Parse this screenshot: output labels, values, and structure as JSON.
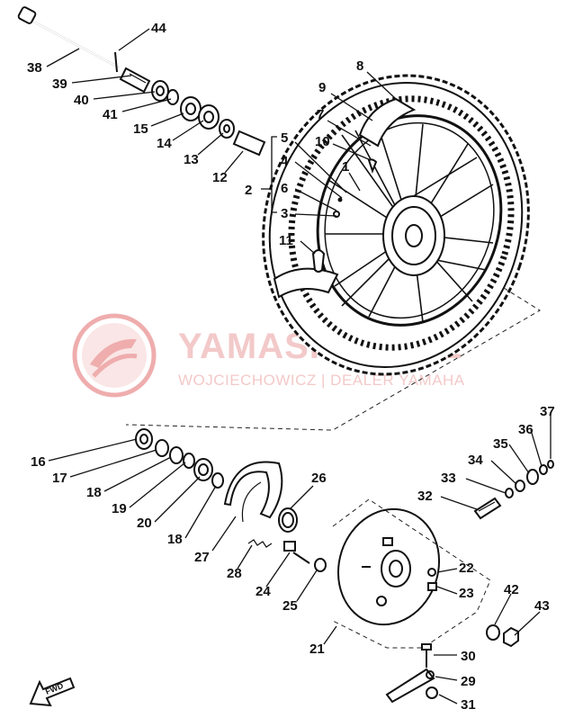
{
  "watermark": {
    "title": "YAMASKLEP.PL",
    "subtitle": "WOJCIECHOWICZ | DEALER YAMAHA",
    "logo_color": "#e36b6b"
  },
  "fwd_label": "FWD",
  "callouts": [
    {
      "id": "n44",
      "text": "44"
    },
    {
      "id": "n38",
      "text": "38"
    },
    {
      "id": "n39",
      "text": "39"
    },
    {
      "id": "n40",
      "text": "40"
    },
    {
      "id": "n41",
      "text": "41"
    },
    {
      "id": "n15",
      "text": "15"
    },
    {
      "id": "n14",
      "text": "14"
    },
    {
      "id": "n13",
      "text": "13"
    },
    {
      "id": "n12",
      "text": "12"
    },
    {
      "id": "n8",
      "text": "8"
    },
    {
      "id": "n9",
      "text": "9"
    },
    {
      "id": "n7",
      "text": "7"
    },
    {
      "id": "n10",
      "text": "10"
    },
    {
      "id": "n1",
      "text": "1"
    },
    {
      "id": "n5",
      "text": "5"
    },
    {
      "id": "n4",
      "text": "4"
    },
    {
      "id": "n2",
      "text": "2"
    },
    {
      "id": "n6",
      "text": "6"
    },
    {
      "id": "n3",
      "text": "3"
    },
    {
      "id": "n11",
      "text": "11"
    },
    {
      "id": "n16",
      "text": "16"
    },
    {
      "id": "n17",
      "text": "17"
    },
    {
      "id": "n18a",
      "text": "18"
    },
    {
      "id": "n19",
      "text": "19"
    },
    {
      "id": "n20",
      "text": "20"
    },
    {
      "id": "n18b",
      "text": "18"
    },
    {
      "id": "n27",
      "text": "27"
    },
    {
      "id": "n26",
      "text": "26"
    },
    {
      "id": "n28",
      "text": "28"
    },
    {
      "id": "n24",
      "text": "24"
    },
    {
      "id": "n25",
      "text": "25"
    },
    {
      "id": "n21",
      "text": "21"
    },
    {
      "id": "n22",
      "text": "22"
    },
    {
      "id": "n23",
      "text": "23"
    },
    {
      "id": "n32",
      "text": "32"
    },
    {
      "id": "n33",
      "text": "33"
    },
    {
      "id": "n34",
      "text": "34"
    },
    {
      "id": "n35",
      "text": "35"
    },
    {
      "id": "n36",
      "text": "36"
    },
    {
      "id": "n37",
      "text": "37"
    },
    {
      "id": "n42",
      "text": "42"
    },
    {
      "id": "n43",
      "text": "43"
    },
    {
      "id": "n30",
      "text": "30"
    },
    {
      "id": "n29",
      "text": "29"
    },
    {
      "id": "n31",
      "text": "31"
    }
  ]
}
